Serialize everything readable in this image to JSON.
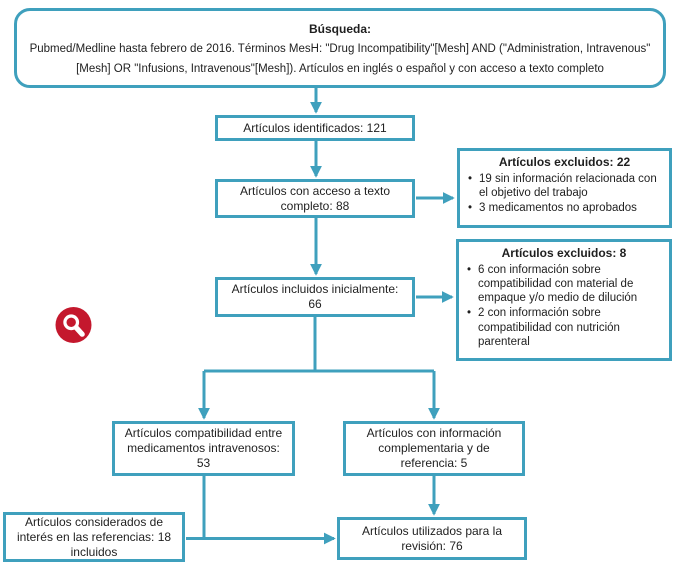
{
  "colors": {
    "accent": "#3fa0bd",
    "icon_bg": "#c4182d",
    "text": "#1f1f1f"
  },
  "glyphs": {
    "bullet": "•"
  },
  "flow": {
    "query": {
      "title": "Búsqueda:",
      "body": "Pubmed/Medline hasta febrero de 2016. Términos MesH: \"Drug Incompatibility\"[Mesh] AND (\"Administration, Intravenous\"[Mesh] OR \"Infusions, Intravenous\"[Mesh]). Artículos en inglés o español y con acceso a texto completo"
    },
    "identified": {
      "label": "Artículos identificados: 121"
    },
    "full_text_access": {
      "label": "Artículos con acceso a texto completo: 88"
    },
    "initially_included": {
      "label": "Artículos incluidos inicialmente: 66"
    },
    "excluded_1": {
      "title": "Artículos excluidos: 22",
      "bullets": [
        "19 sin información relacionada con el objetivo del trabajo",
        "3 medicamentos no aprobados"
      ]
    },
    "excluded_2": {
      "title": "Artículos excluidos: 8",
      "bullets": [
        "6 con información sobre compatibilidad con material de empaque y/o medio de dilución",
        "2 con información sobre compatibilidad con nutrición parenteral"
      ]
    },
    "compatibility": {
      "label": "Artículos compatibilidad entre medicamentos intravenosos: 53"
    },
    "complementary": {
      "label": "Artículos con información complementaria y de referencia: 5"
    },
    "references_interest": {
      "label": "Artículos considerados de interés en las referencias: 18 incluidos"
    },
    "final_review": {
      "label": "Artículos utilizados para la revisión: 76"
    }
  }
}
